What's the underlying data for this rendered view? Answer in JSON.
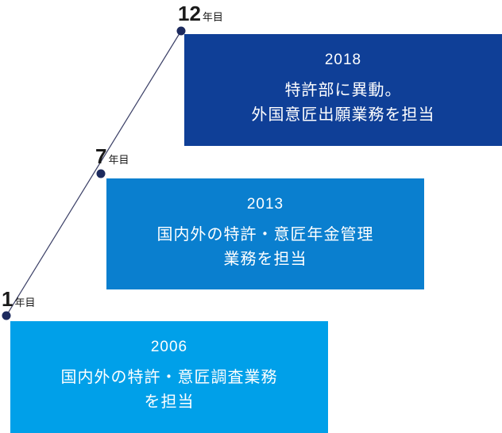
{
  "milestones": [
    {
      "years": "1",
      "unit": "年目"
    },
    {
      "years": "7",
      "unit": "年目"
    },
    {
      "years": "12",
      "unit": "年目"
    }
  ],
  "entries": [
    {
      "year": "2006",
      "line1": "国内外の特許・意匠調査業務",
      "line2": "を担当",
      "color": "#00a0e9"
    },
    {
      "year": "2013",
      "line1": "国内外の特許・意匠年金管理",
      "line2": "業務を担当",
      "color": "#0a7fcf"
    },
    {
      "year": "2018",
      "line1": "特許部に異動。",
      "line2": "外国意匠出願業務を担当",
      "color": "#0f3f97"
    }
  ],
  "colors": {
    "line": "#3a3f66",
    "dot": "#1c2a5e"
  }
}
